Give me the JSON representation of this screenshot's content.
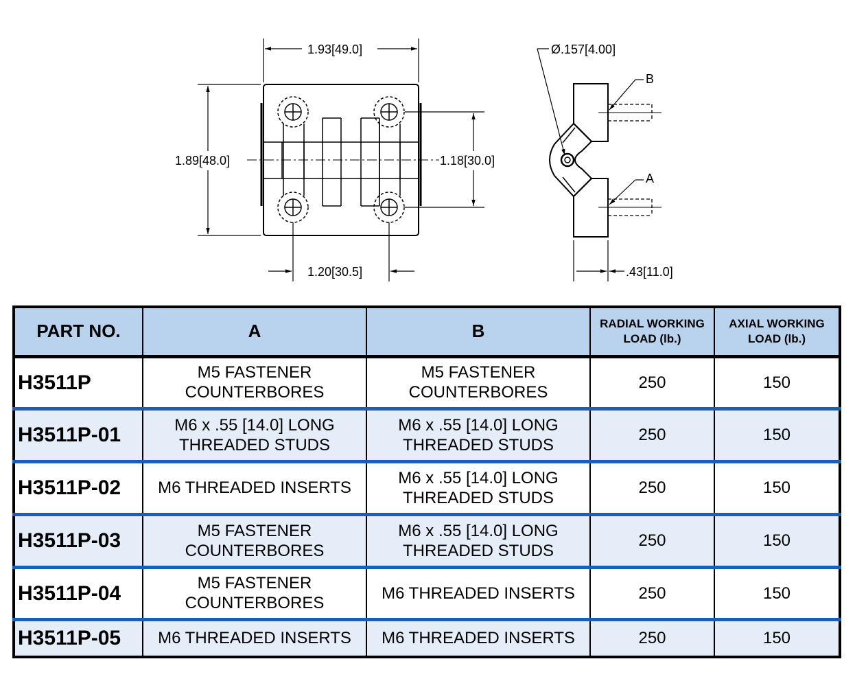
{
  "drawing": {
    "dims": {
      "width": "1.93[49.0]",
      "height": "1.89[48.0]",
      "hole_spacing_v": "1.18[30.0]",
      "hole_spacing_h": "1.20[30.5]",
      "diameter": "Ø.157[4.00]",
      "thickness": ".43[11.0]"
    },
    "labels": {
      "a": "A",
      "b": "B"
    }
  },
  "table": {
    "headers": {
      "part": "PART NO.",
      "a": "A",
      "b": "B",
      "radial_line1": "RADIAL WORKING",
      "radial_line2": "LOAD (lb.)",
      "axial_line1": "AXIAL WORKING",
      "axial_line2": "LOAD (lb.)"
    },
    "rows": [
      {
        "part": "H3511P",
        "a1": "M5 FASTENER",
        "a2": "COUNTERBORES",
        "b1": "M5 FASTENER",
        "b2": "COUNTERBORES",
        "radial": "250",
        "axial": "150"
      },
      {
        "part": "H3511P-01",
        "a1": "M6 x .55 [14.0] LONG",
        "a2": "THREADED STUDS",
        "b1": "M6 x .55 [14.0] LONG",
        "b2": "THREADED STUDS",
        "radial": "250",
        "axial": "150"
      },
      {
        "part": "H3511P-02",
        "a1": "M6 THREADED INSERTS",
        "a2": "",
        "b1": "M6 x .55 [14.0] LONG",
        "b2": "THREADED STUDS",
        "radial": "250",
        "axial": "150"
      },
      {
        "part": "H3511P-03",
        "a1": "M5 FASTENER",
        "a2": "COUNTERBORES",
        "b1": "M6 x .55 [14.0] LONG",
        "b2": "THREADED STUDS",
        "radial": "250",
        "axial": "150"
      },
      {
        "part": "H3511P-04",
        "a1": "M5 FASTENER",
        "a2": "COUNTERBORES",
        "b1": "M6 THREADED INSERTS",
        "b2": "",
        "radial": "250",
        "axial": "150"
      },
      {
        "part": "H3511P-05",
        "a1": "M6 THREADED INSERTS",
        "a2": "",
        "b1": "M6 THREADED INSERTS",
        "b2": "",
        "radial": "250",
        "axial": "150"
      }
    ]
  }
}
